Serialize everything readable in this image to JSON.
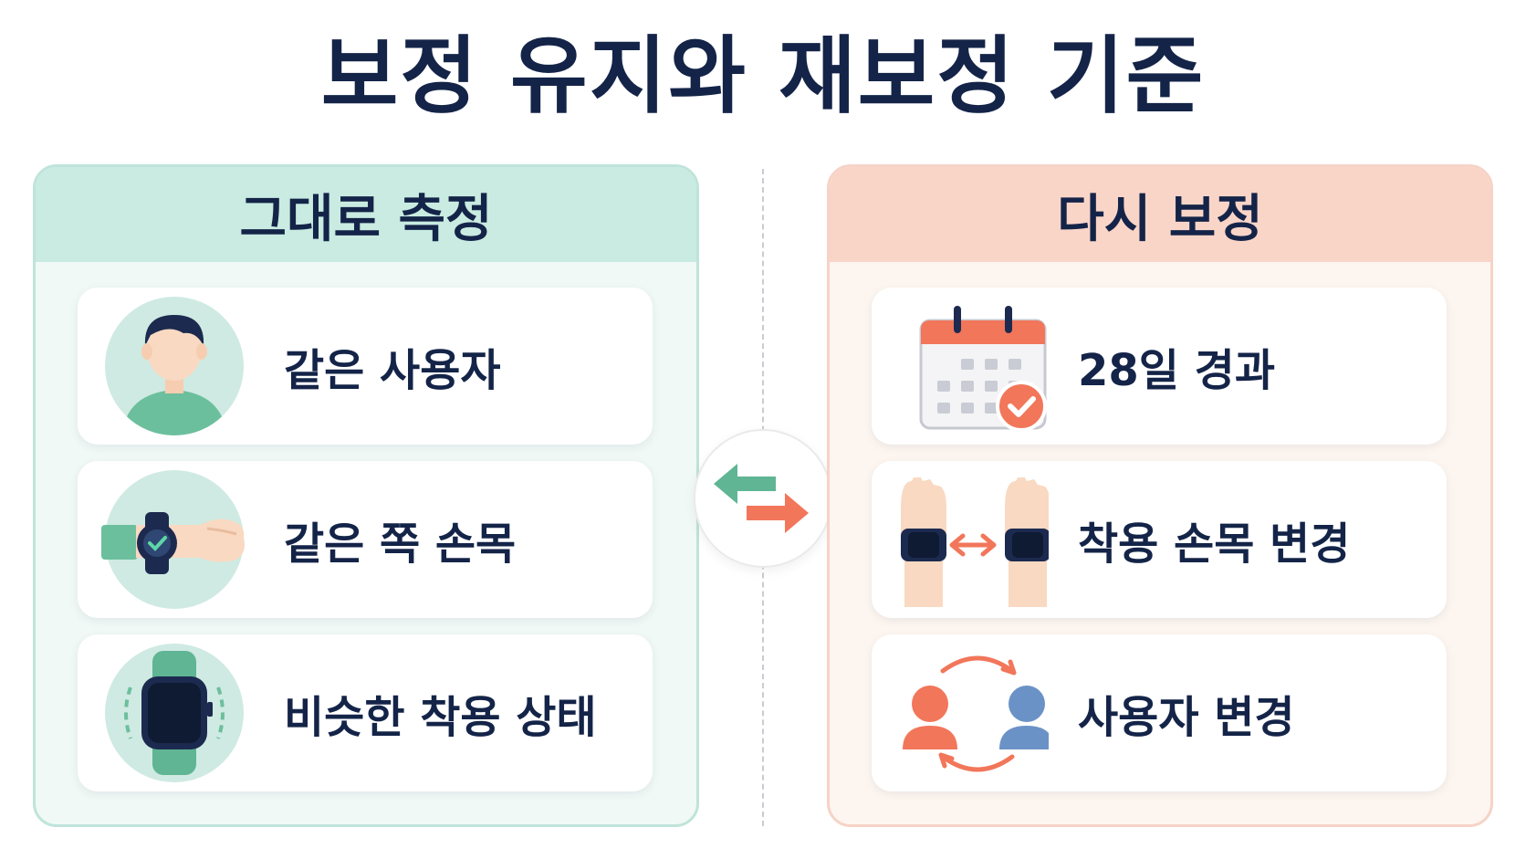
{
  "title": "보정 유지와 재보정 기준",
  "left_panel": {
    "header": "그대로 측정",
    "items": [
      {
        "label": "같은 사용자",
        "icon": "user-avatar-icon"
      },
      {
        "label": "같은 쪽 손목",
        "icon": "wrist-watch-icon"
      },
      {
        "label": "비슷한 착용 상태",
        "icon": "smartwatch-icon"
      }
    ]
  },
  "right_panel": {
    "header": "다시 보정",
    "items": [
      {
        "label": "28일 경과",
        "icon": "calendar-check-icon"
      },
      {
        "label": "착용 손목 변경",
        "icon": "wrist-swap-icon"
      },
      {
        "label": "사용자 변경",
        "icon": "user-swap-icon"
      }
    ]
  },
  "center_icon": "swap-arrows-icon",
  "colors": {
    "navy": "#142448",
    "teal_header": "#c9ebe1",
    "salmon_header": "#f9d5c8",
    "green_accent": "#5fb594",
    "coral_accent": "#f2765a",
    "blue_accent": "#6b92c6"
  }
}
